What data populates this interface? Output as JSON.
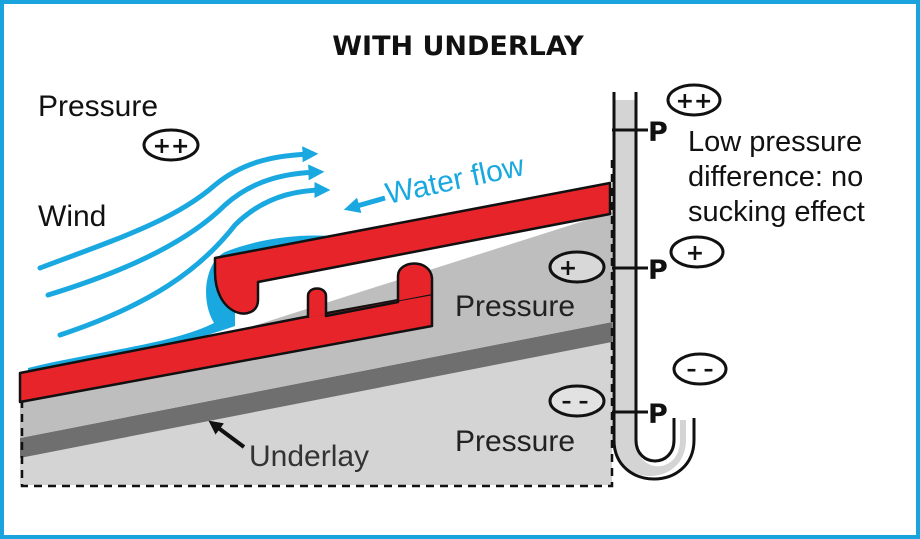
{
  "title": "WITH UNDERLAY",
  "labels": {
    "pressure_outside": "Pressure",
    "wind": "Wind",
    "water_flow": "Water flow",
    "pressure_middle": "Pressure",
    "pressure_bottom": "Pressure",
    "underlay": "Underlay",
    "low_pressure_line1": "Low pressure",
    "low_pressure_line2": "difference: no",
    "low_pressure_line3": "sucking effect"
  },
  "badges": {
    "outside": "++",
    "middle": "+",
    "bottom": "– –",
    "gauge_top": "++",
    "gauge_mid": "+",
    "gauge_bottom": "– –"
  },
  "gauge_marks": {
    "top": "P",
    "mid": "P",
    "bottom": "P"
  },
  "colors": {
    "frame": "#1aa3dd",
    "wind": "#1aa8e0",
    "water": "#1aa8e0",
    "tile": "#e8242b",
    "cavity_gray": "#bebebe",
    "underlay_gray": "#6f6f6f",
    "loft_gray": "#d4d4d4",
    "ink": "#111111"
  }
}
